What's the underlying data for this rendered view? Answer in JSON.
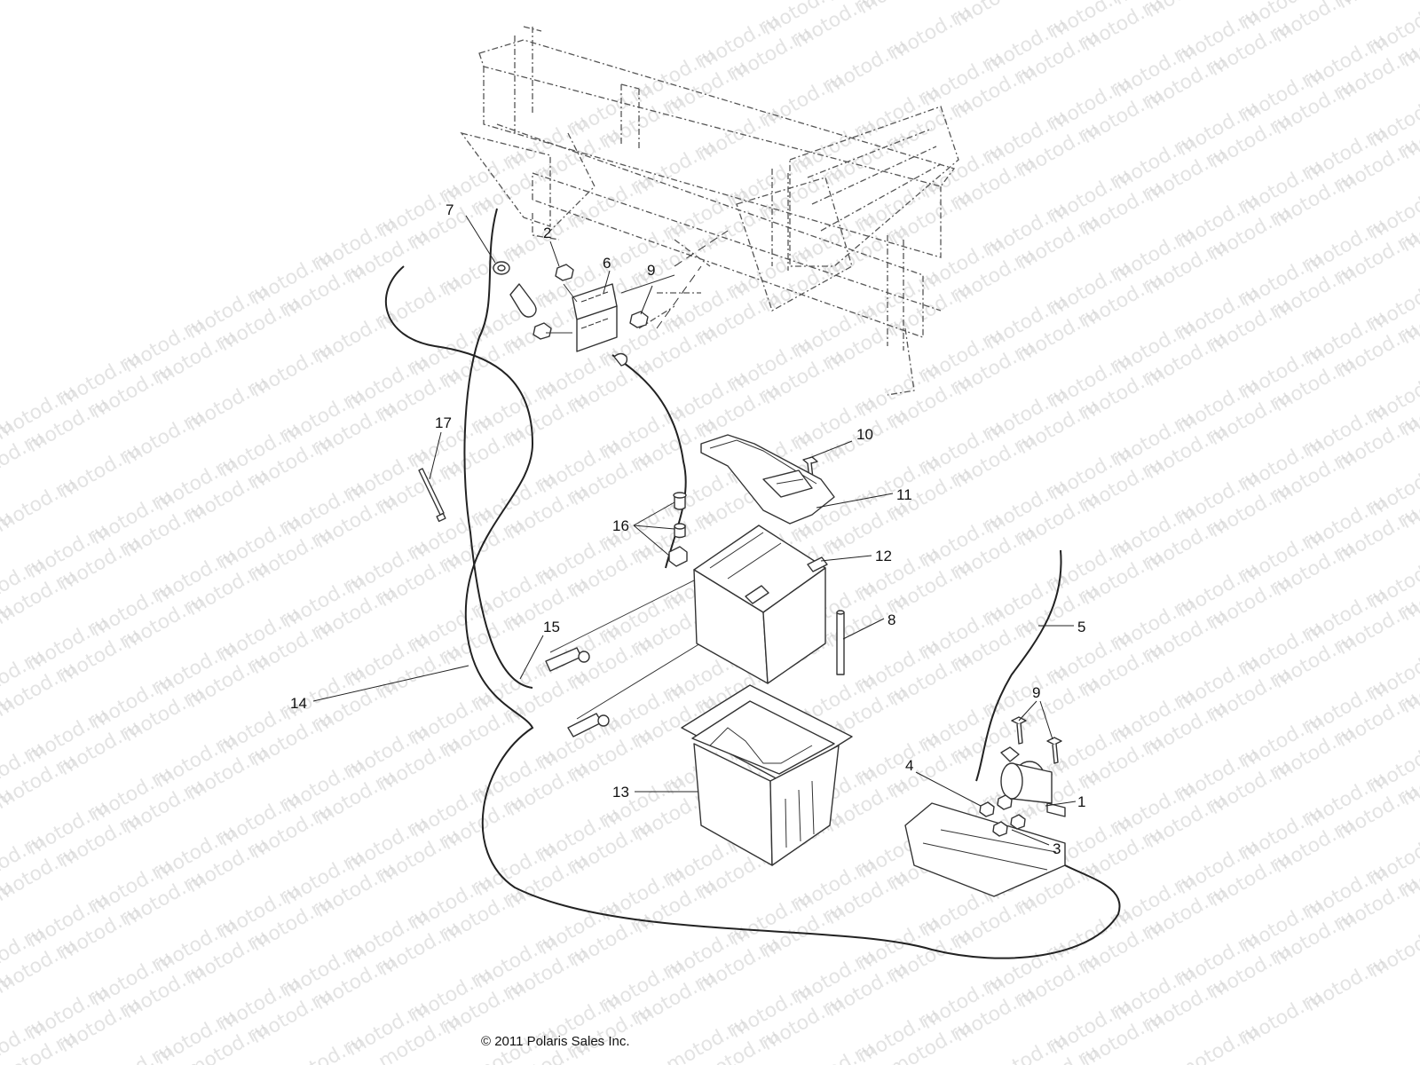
{
  "watermark": {
    "text": "motod.ru"
  },
  "copyright": "© 2011 Polaris Sales Inc.",
  "callouts": [
    {
      "id": "1",
      "label": "1"
    },
    {
      "id": "2",
      "label": "2"
    },
    {
      "id": "3",
      "label": "3"
    },
    {
      "id": "4",
      "label": "4"
    },
    {
      "id": "5",
      "label": "5"
    },
    {
      "id": "6",
      "label": "6"
    },
    {
      "id": "7",
      "label": "7"
    },
    {
      "id": "8",
      "label": "8"
    },
    {
      "id": "9a",
      "label": "9"
    },
    {
      "id": "9b",
      "label": "9"
    },
    {
      "id": "10",
      "label": "10"
    },
    {
      "id": "11",
      "label": "11"
    },
    {
      "id": "12",
      "label": "12"
    },
    {
      "id": "13",
      "label": "13"
    },
    {
      "id": "14",
      "label": "14"
    },
    {
      "id": "15",
      "label": "15"
    },
    {
      "id": "16",
      "label": "16"
    },
    {
      "id": "17",
      "label": "17"
    }
  ]
}
